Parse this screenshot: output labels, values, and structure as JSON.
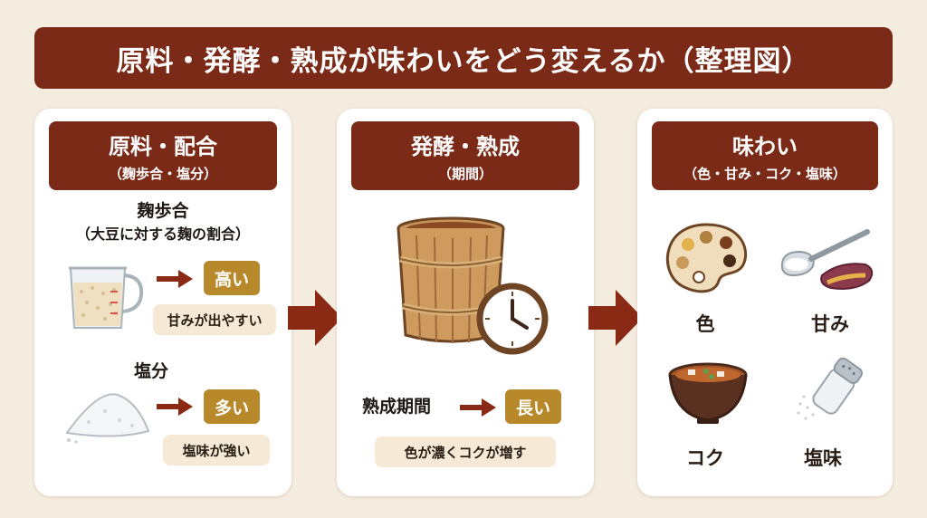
{
  "title": "原料・発酵・熟成が味わいをどう変えるか（整理図）",
  "colors": {
    "accent_dark": "#7a2a16",
    "tag_gold": "#b8892a",
    "note_bg": "#f6ead6",
    "background": "#f5ece0",
    "arrow": "#8a2a14"
  },
  "panel1": {
    "heading": "原料・配合",
    "subheading": "（麹歩合・塩分）",
    "item1": {
      "label": "麹歩合",
      "sublabel": "（大豆に対する麹の割合）",
      "icon": "measuring-cup-icon",
      "tag": "高い",
      "note": "甘みが出やすい"
    },
    "item2": {
      "label": "塩分",
      "icon": "salt-pile-icon",
      "tag": "多い",
      "note": "塩味が強い"
    }
  },
  "panel2": {
    "heading": "発酵・熟成",
    "subheading": "（期間）",
    "icon": "wooden-barrel-clock-icon",
    "label": "熟成期間",
    "tag": "長い",
    "note": "色が濃くコクが増す"
  },
  "panel3": {
    "heading": "味わい",
    "subheading": "（色・甘み・コク・塩味）",
    "items": [
      {
        "icon": "palette-icon",
        "label": "色"
      },
      {
        "icon": "spoon-sweet-potato-icon",
        "label": "甘み"
      },
      {
        "icon": "miso-soup-bowl-icon",
        "label": "コク"
      },
      {
        "icon": "salt-shaker-icon",
        "label": "塩味"
      }
    ]
  }
}
